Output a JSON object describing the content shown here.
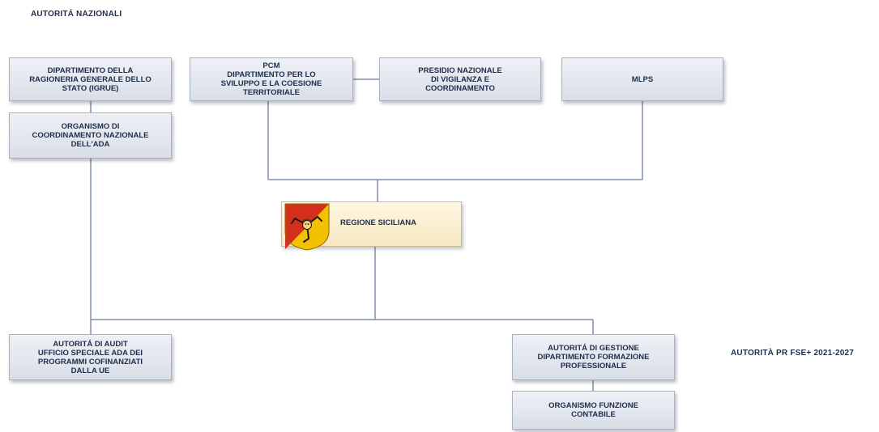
{
  "headings": {
    "national": "AUTORITÁ  NAZIONALI",
    "program": "AUTORITÀ  PR FSE+ 2021-2027"
  },
  "boxes": {
    "rgs": "DIPARTIMENTO DELLA\nRAGIONERIA  GENERALE  DELLO\nSTATO (IGRUE)",
    "coord": "ORGANISMO  DI\nCOORDINAMENTO  NAZIONALE\nDELL'ADA",
    "pcm": "PCM\nDIPARTIMENTO  PER LO\nSVILUPPO E LA COESIONE\nTERRITORIALE",
    "presidio": "PRESIDIO NAZIONALE\nDI VIGILANZA  E\nCOORDINAMENTO",
    "mlps": "MLPS",
    "audit": "AUTORITÁ  DI AUDIT\nUFFICIO SPECIALE ADA DEI\nPROGRAMMI COFINANZIATI\nDALLA UE",
    "gestione": "AUTORITÁ  DI GESTIONE\nDIPARTIMENTO  FORMAZIONE\nPROFESSIONALE",
    "contabile": "ORGANISMO  FUNZIONE\nCONTABILE"
  },
  "region": {
    "label": "REGIONE  SICILIANA",
    "emblem_icon": "trinacria-icon"
  },
  "colors": {
    "box_fill": "#e3e7ee",
    "text": "#1f2d4d",
    "connector": "#7f8fa6",
    "region_fill": "#fbf0d2"
  }
}
